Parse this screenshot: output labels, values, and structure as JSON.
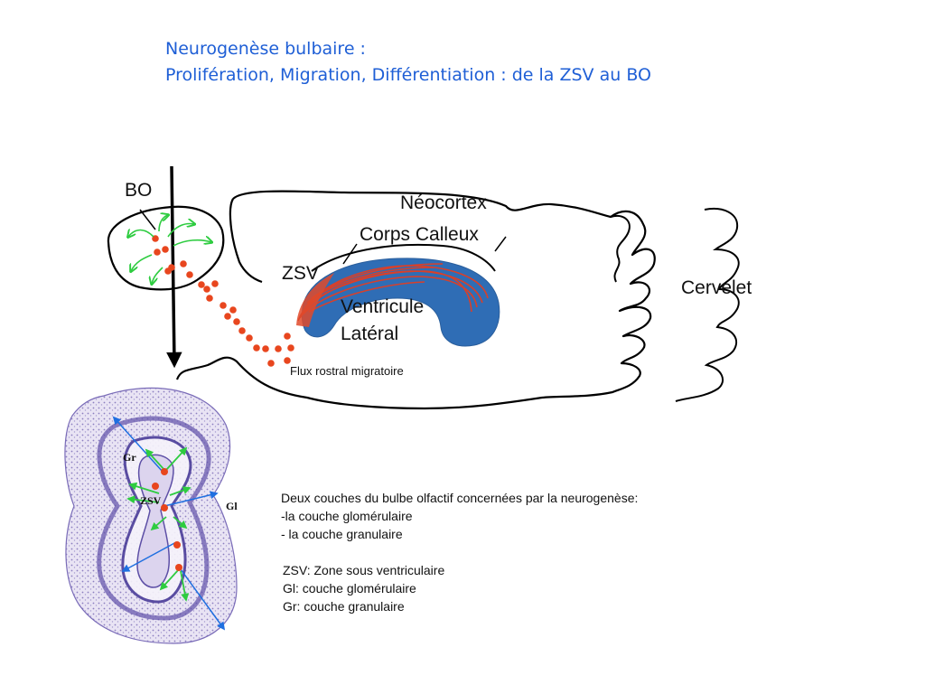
{
  "title": {
    "line1": "Neurogenèse bulbaire :",
    "line2": "Prolifération, Migration, Différentiation : de la ZSV au BO"
  },
  "labels": {
    "bo": "BO",
    "neocortex": "Néocortex",
    "corps_calleux": "Corps Calleux",
    "zsv": "ZSV",
    "ventricule_line1": "Ventricule",
    "ventricule_line2": "Latéral",
    "cervelet": "Cervelet",
    "flux": "Flux rostral migratoire"
  },
  "section_labels": {
    "gr": "Gr",
    "zsv": "ZSV",
    "gl": "Gl"
  },
  "description": {
    "intro": "Deux couches du bulbe olfactif  concernées par la neurogenèse:",
    "item1": "-la couche glomérulaire",
    "item2": "- la couche granulaire"
  },
  "legend": {
    "zsv": "ZSV: Zone sous ventriculaire",
    "gl": "Gl: couche glomérulaire",
    "gr": "Gr: couche granulaire"
  },
  "colors": {
    "title": "#1f5fd6",
    "ventricle": "#2f6db5",
    "migration_dots": "#e8461e",
    "fibers": "#d8402a",
    "arrows_green": "#2ecc40",
    "arrows_blue": "#1f6fe0",
    "tissue": "#c7bfe0"
  }
}
